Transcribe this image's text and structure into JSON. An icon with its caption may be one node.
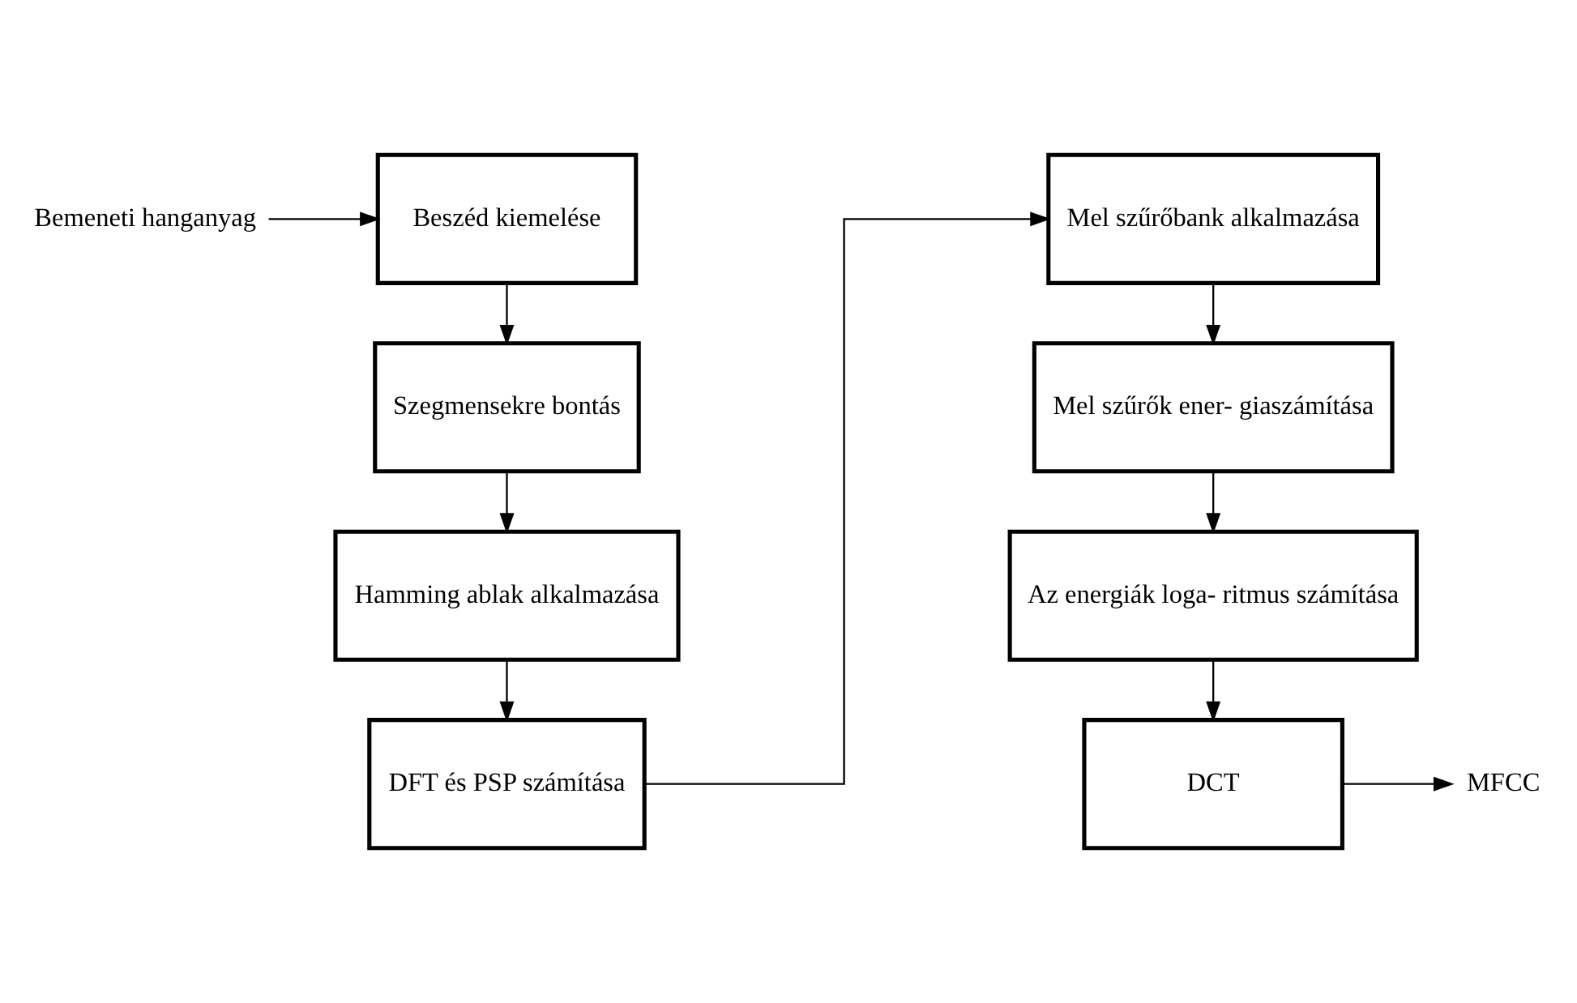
{
  "diagram": {
    "nodes": [
      {
        "text": [
          "Bemeneti hanganyag"
        ]
      },
      {
        "text": [
          "Beszéd kiemelése"
        ]
      },
      {
        "text": [
          "Szegmensekre bontás"
        ]
      },
      {
        "text": [
          "Hamming ablak alkalmazása"
        ]
      },
      {
        "text": [
          "DFT és PSP számítása"
        ]
      },
      {
        "text": [
          "Mel szűrőbank alkalmazása"
        ]
      },
      {
        "text": [
          "Mel szűrők ener- giaszámítása"
        ]
      },
      {
        "text": [
          "Az energiák loga- ritmus számítása"
        ]
      },
      {
        "text": [
          "DCT"
        ]
      },
      {
        "text": [
          "MFCC"
        ]
      }
    ],
    "edges": [
      {
        "from": 0,
        "to": 1,
        "arrow": "to"
      },
      {
        "from": 1,
        "to": 2,
        "arrow": "to"
      },
      {
        "from": 2,
        "to": 3,
        "arrow": "to"
      },
      {
        "from": 3,
        "to": 4,
        "arrow": "to"
      },
      {
        "from": 4,
        "to": 5,
        "arrow": "to"
      },
      {
        "from": 5,
        "to": 6,
        "arrow": "to"
      },
      {
        "from": 6,
        "to": 7,
        "arrow": "to"
      },
      {
        "from": 7,
        "to": 8,
        "arrow": "to"
      },
      {
        "from": 8,
        "to": 9,
        "arrow": "to"
      }
    ]
  }
}
